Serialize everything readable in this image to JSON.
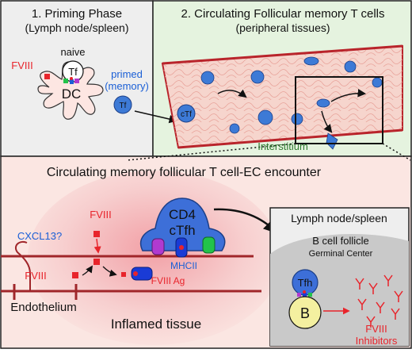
{
  "panel1": {
    "title_line1": "1. Priming Phase",
    "title_line2": "(Lymph node/spleen)",
    "fviii": "FVIII",
    "naive": "naive",
    "tf": "Tf",
    "dc": "DC",
    "primed": "primed",
    "memory": "(memory)",
    "tf_primed": "Tf"
  },
  "panel2": {
    "title_line1": "2. Circulating Follicular memory T cells",
    "title_line2": "(peripheral tissues)",
    "ctf": "cTf",
    "interstitium": "Interstitium"
  },
  "panel3": {
    "title": "Circulating memory follicular T cell-EC encounter",
    "cd4": "CD4",
    "ctfh": "cTfh",
    "fviii_top": "FVIII",
    "fviii_left": "FVIII",
    "cxcl13": "CXCL13?",
    "mhcii": "MHCII",
    "fviii_ag": "FVIII Ag",
    "endothelium": "Endothelium",
    "inflamed": "Inflamed tissue"
  },
  "panel4": {
    "title": "Lymph node/spleen",
    "follicle": "B cell follicle",
    "germinal": "Germinal Center",
    "tfh": "Tfh",
    "b": "B",
    "fviii": "FVIII",
    "inhibitors": "Inhibitors"
  },
  "colors": {
    "panel1_bg": "#eeeeee",
    "panel2_bg": "#e5f3df",
    "panel3_bg": "#fbe6e2",
    "lymph_bg": "#eeeeee",
    "red": "#e8242b",
    "blue": "#1a5fd6",
    "cell_blue": "#3d7ad6",
    "green_text": "#2f7a2f",
    "purple": "#b03ad0",
    "green": "#22c34a",
    "yellow": "#f4f0a0"
  }
}
